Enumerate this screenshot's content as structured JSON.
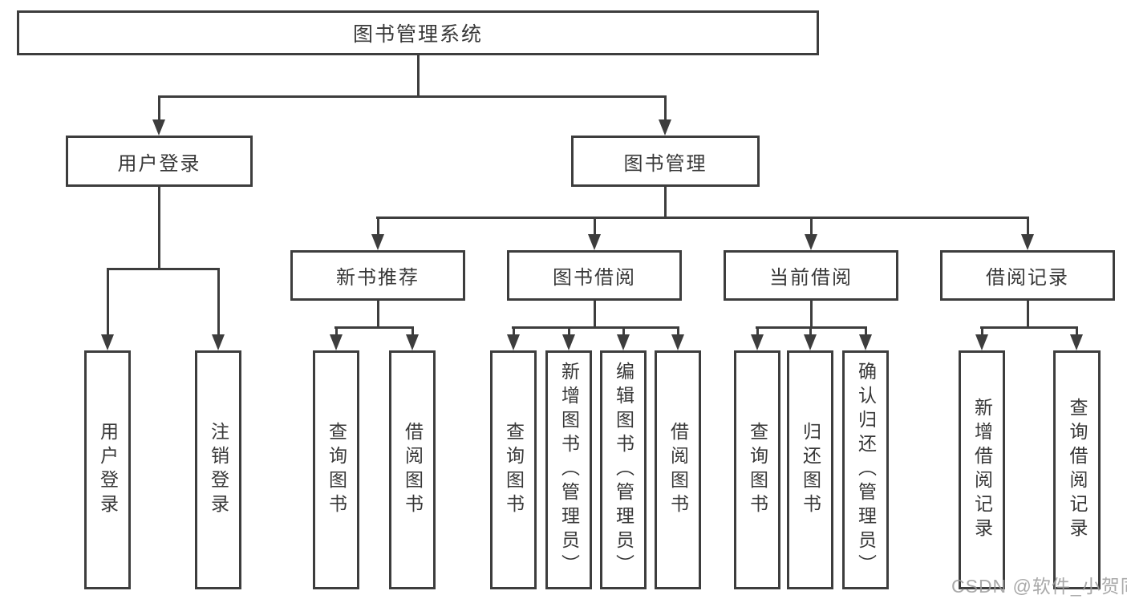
{
  "colors": {
    "line": "#3d3d3d",
    "box_border": "#3d3d3d",
    "text": "#383838",
    "background": "#ffffff",
    "watermark_text_color": "#9a9a9a"
  },
  "diagram": {
    "root": {
      "label": "图书管理系统"
    },
    "level2": [
      {
        "label": "用户登录"
      },
      {
        "label": "图书管理"
      }
    ],
    "level3": [
      {
        "label": "新书推荐",
        "parent": "图书管理"
      },
      {
        "label": "图书借阅",
        "parent": "图书管理"
      },
      {
        "label": "当前借阅",
        "parent": "图书管理"
      },
      {
        "label": "借阅记录",
        "parent": "图书管理"
      }
    ],
    "leaves": [
      {
        "label": "用户登录",
        "parent": "用户登录"
      },
      {
        "label": "注销登录",
        "parent": "用户登录"
      },
      {
        "label": "查询图书",
        "parent": "新书推荐"
      },
      {
        "label": "借阅图书",
        "parent": "新书推荐"
      },
      {
        "label": "查询图书",
        "parent": "图书借阅"
      },
      {
        "label": "新增图书（管理员）",
        "parent": "图书借阅"
      },
      {
        "label": "编辑图书（管理员）",
        "parent": "图书借阅"
      },
      {
        "label": "借阅图书",
        "parent": "图书借阅"
      },
      {
        "label": "查询图书",
        "parent": "当前借阅"
      },
      {
        "label": "归还图书",
        "parent": "当前借阅"
      },
      {
        "label": "确认归还（管理员）",
        "parent": "当前借阅"
      },
      {
        "label": "新增借阅记录",
        "parent": "借阅记录"
      },
      {
        "label": "查询借阅记录",
        "parent": "借阅记录"
      }
    ]
  },
  "watermark": {
    "text": "CSDN @软件_小贺同学"
  }
}
